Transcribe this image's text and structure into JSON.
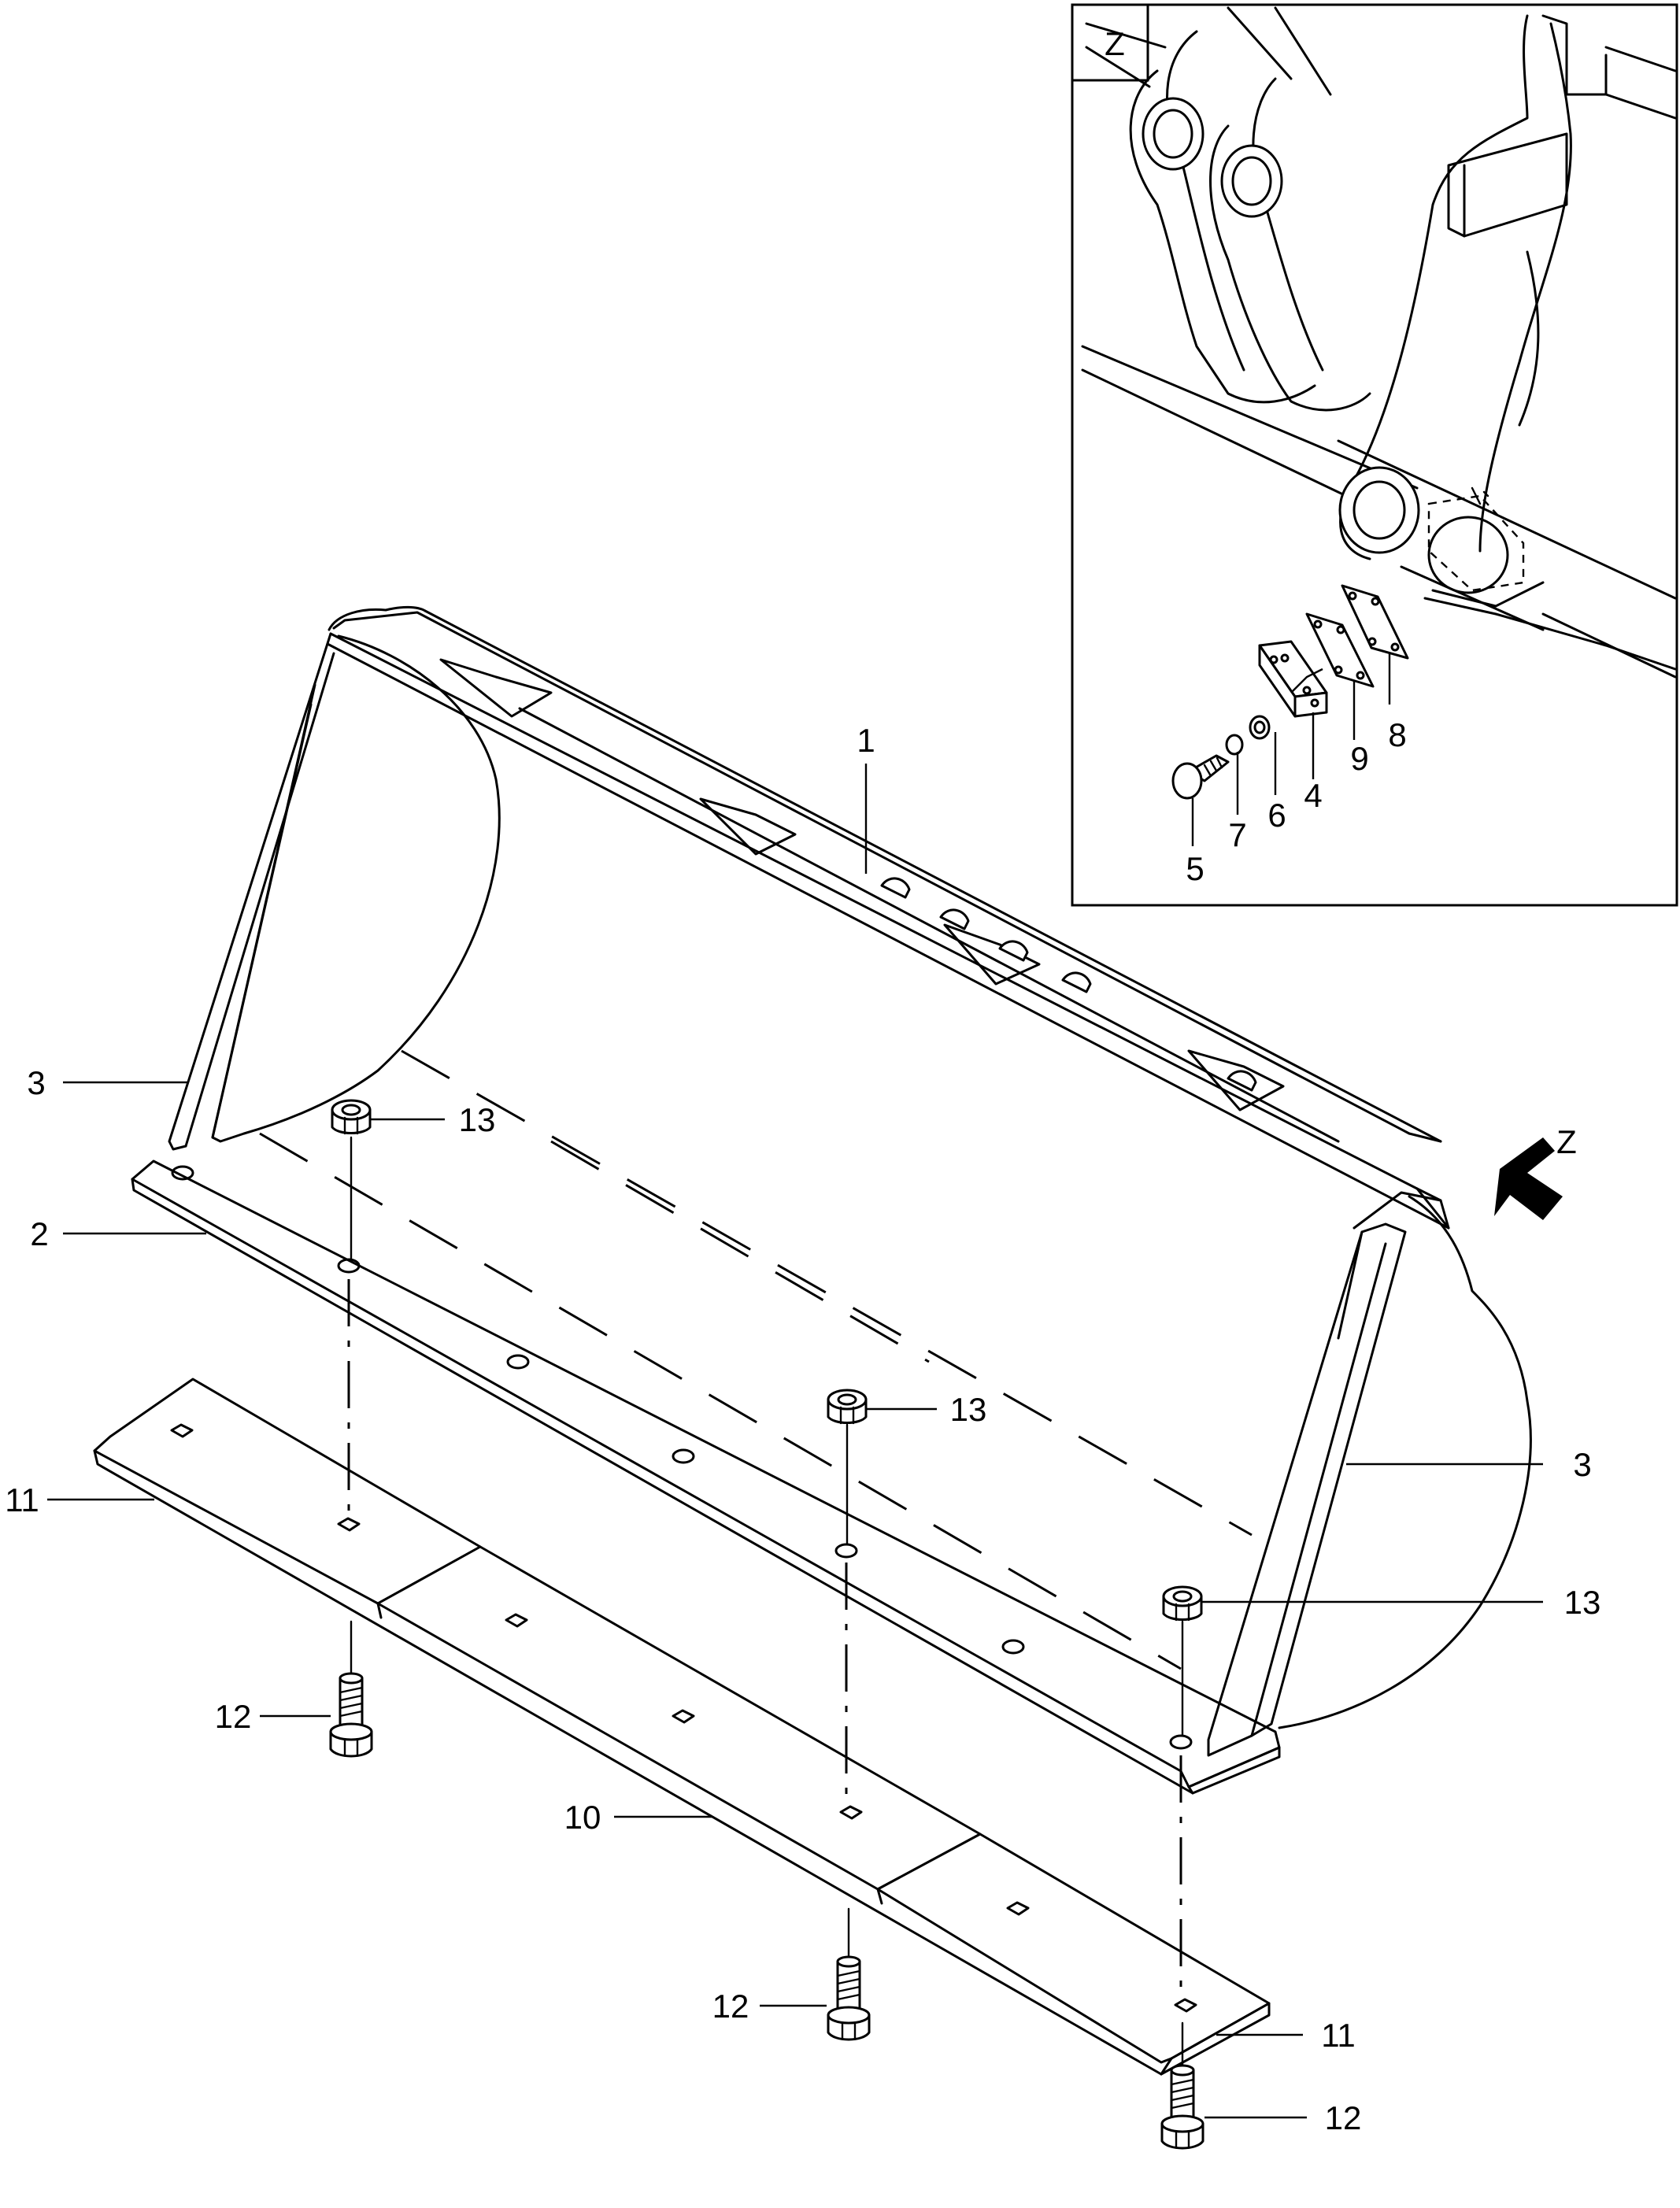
{
  "detail_view": {
    "label": "Z"
  },
  "view_arrow": {
    "label": "Z"
  },
  "callouts": {
    "c1": "1",
    "c2": "2",
    "c3_left": "3",
    "c3_right": "3",
    "c4": "4",
    "c5": "5",
    "c6": "6",
    "c7": "7",
    "c8": "8",
    "c9": "9",
    "c10": "10",
    "c11_left": "11",
    "c11_right": "11",
    "c12_a": "12",
    "c12_b": "12",
    "c12_c": "12",
    "c13_a": "13",
    "c13_b": "13",
    "c13_c": "13"
  }
}
